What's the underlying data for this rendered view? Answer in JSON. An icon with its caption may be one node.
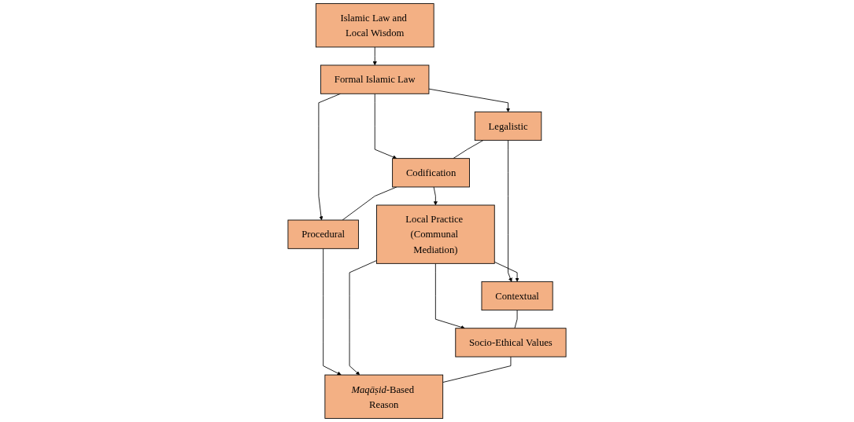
{
  "diagram": {
    "nodes": [
      {
        "text": [
          "Islamic Law and Local Wisdom"
        ]
      },
      {
        "text": [
          "Formal Islamic Law"
        ]
      },
      {
        "text": [
          "Legalistic"
        ]
      },
      {
        "text": [
          "Codification"
        ]
      },
      {
        "text": [
          "Procedural"
        ]
      },
      {
        "text": [
          "Local Practice (Communal Mediation)"
        ]
      },
      {
        "text": [
          "Contextual"
        ]
      },
      {
        "text": [
          "Socio-Ethical Values"
        ]
      },
      {
        "text": [
          "*Maqāṣid*-Based Reason"
        ]
      }
    ],
    "edges": [
      {
        "from": 0,
        "to": 1,
        "arrow": "to"
      },
      {
        "from": 1,
        "to": 2,
        "arrow": "to"
      },
      {
        "from": 1,
        "to": 3,
        "arrow": "to"
      },
      {
        "from": 1,
        "to": 4,
        "arrow": "to"
      },
      {
        "from": 2,
        "to": 3,
        "arrow": "none"
      },
      {
        "from": 3,
        "to": 4,
        "arrow": "none"
      },
      {
        "from": 3,
        "to": 5,
        "arrow": "to"
      },
      {
        "from": 2,
        "to": 6,
        "arrow": "to"
      },
      {
        "from": 5,
        "to": 6,
        "arrow": "to"
      },
      {
        "from": 4,
        "to": 8,
        "arrow": "to"
      },
      {
        "from": 5,
        "to": 8,
        "arrow": "to"
      },
      {
        "from": 5,
        "to": 7,
        "arrow": "to"
      },
      {
        "from": 6,
        "to": 7,
        "arrow": "none"
      },
      {
        "from": 7,
        "to": 8,
        "arrow": "none"
      }
    ]
  }
}
